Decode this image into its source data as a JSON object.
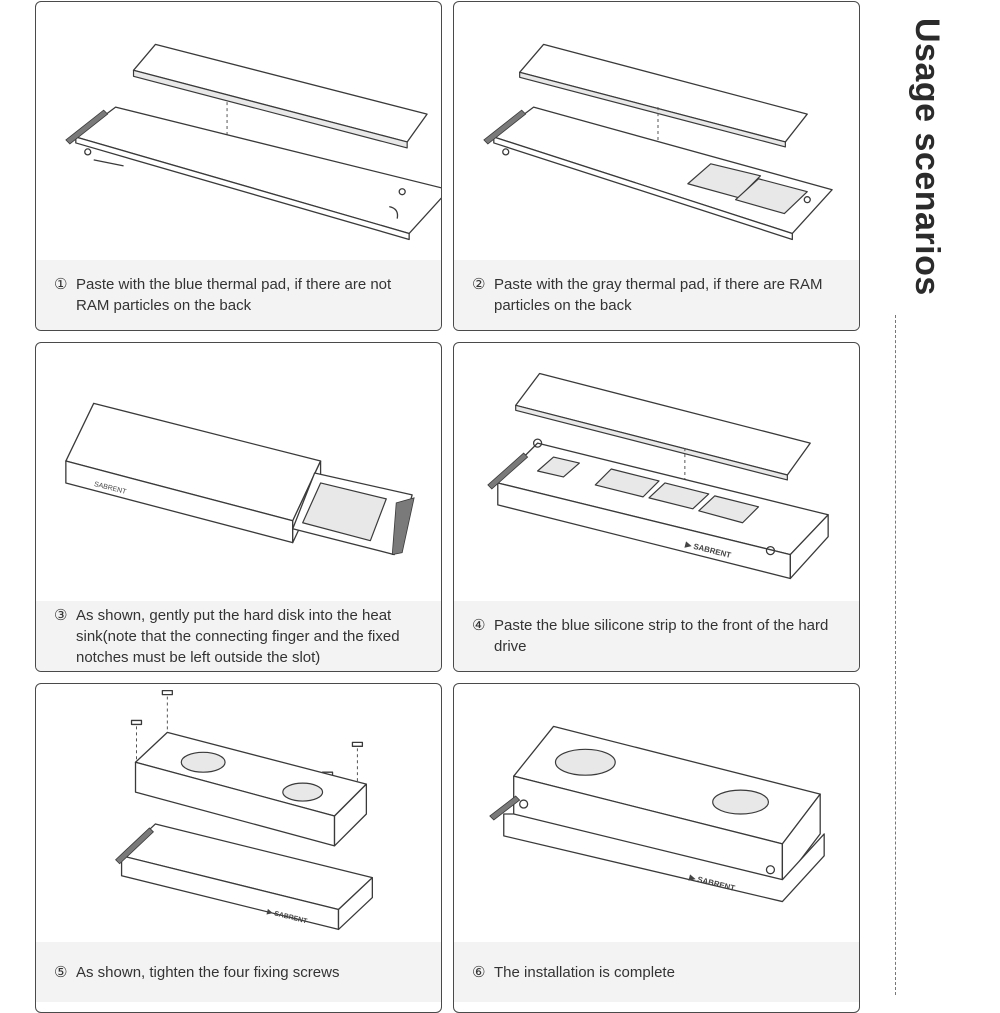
{
  "title": "Usage scenarios",
  "steps": [
    {
      "num": "①",
      "text": "Paste with the blue thermal pad, if there are not RAM particles on the back"
    },
    {
      "num": "②",
      "text": "Paste with the gray thermal pad, if there are RAM particles on the back"
    },
    {
      "num": "③",
      "text": "As shown, gently put the hard disk into the heat sink(note that the connecting finger and the fixed notches must be left outside the slot)"
    },
    {
      "num": "④",
      "text": "Paste the blue silicone strip to the front of the hard drive"
    },
    {
      "num": "⑤",
      "text": "As shown, tighten the four fixing screws"
    },
    {
      "num": "⑥",
      "text": "The installation is complete"
    }
  ],
  "brand": "SABRENT",
  "icons": [
    "thermal-pad",
    "ssd-board",
    "heatsink",
    "screw"
  ]
}
